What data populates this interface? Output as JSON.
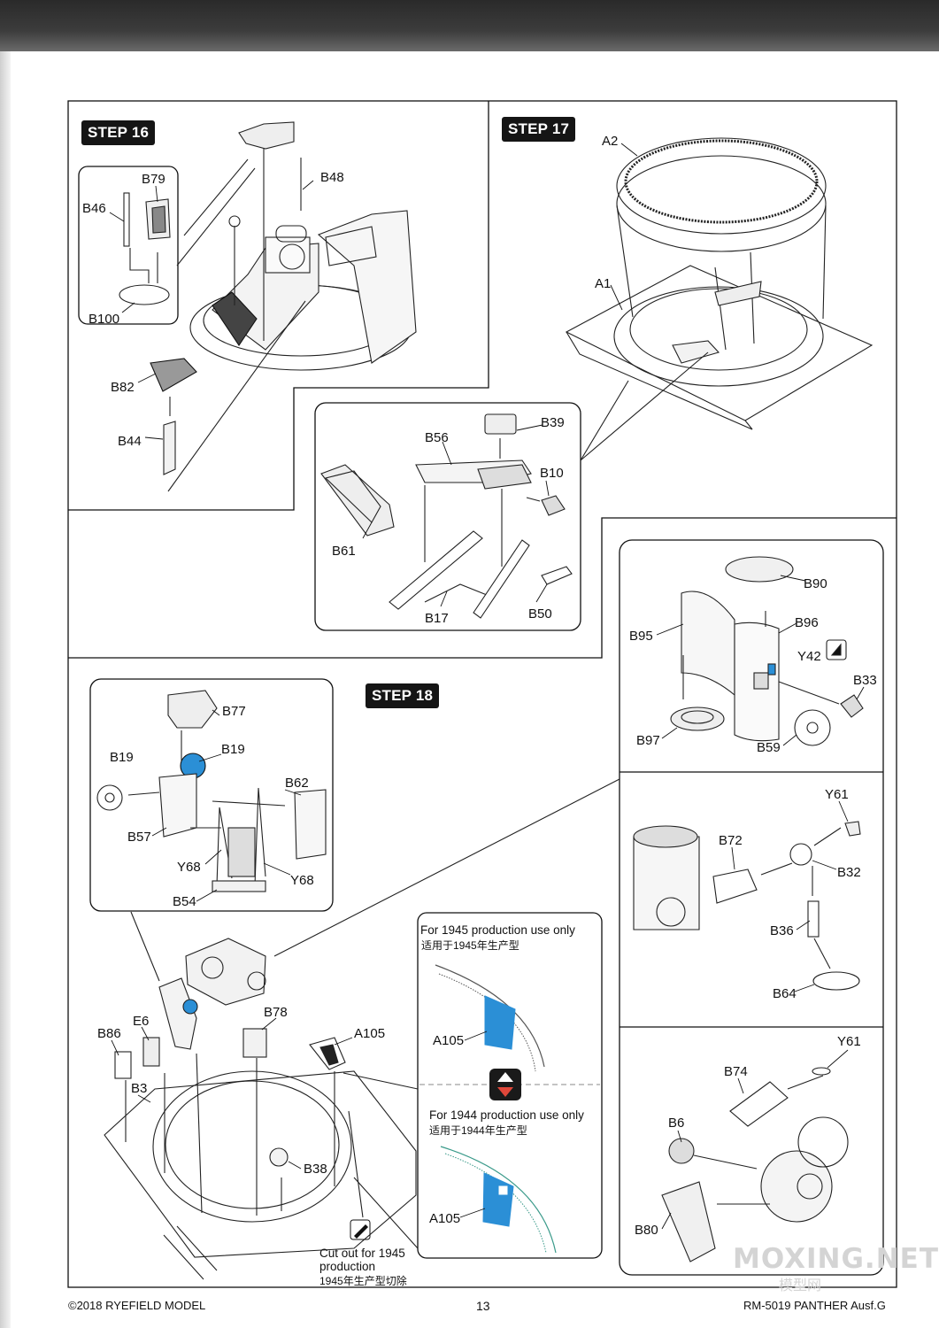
{
  "steps": {
    "s16": "STEP 16",
    "s17": "STEP 17",
    "s18": "STEP 18"
  },
  "labels": {
    "B46": "B46",
    "B79": "B79",
    "B48": "B48",
    "B100": "B100",
    "B82": "B82",
    "B44": "B44",
    "A2": "A2",
    "A1": "A1",
    "B39": "B39",
    "B56": "B56",
    "B10": "B10",
    "B61": "B61",
    "B17": "B17",
    "B50": "B50",
    "B90": "B90",
    "B96": "B96",
    "B95": "B95",
    "Y42": "Y42",
    "B33": "B33",
    "B97": "B97",
    "B59": "B59",
    "Y61a": "Y61",
    "B72": "B72",
    "B32": "B32",
    "B36": "B36",
    "B64": "B64",
    "Y61b": "Y61",
    "B74": "B74",
    "B6": "B6",
    "B80": "B80",
    "B77": "B77",
    "B19a": "B19",
    "B19b": "B19",
    "B62": "B62",
    "B57": "B57",
    "Y68a": "Y68",
    "Y68b": "Y68",
    "B54": "B54",
    "B86": "B86",
    "E6": "E6",
    "B3": "B3",
    "B78": "B78",
    "A105a": "A105",
    "B38": "B38",
    "A105b": "A105",
    "A105c": "A105"
  },
  "notes": {
    "y1945_en": "For 1945 production use only",
    "y1945_cn": "适用于1945年生产型",
    "y1944_en": "For 1944 production use only",
    "y1944_cn": "适用于1944年生产型",
    "cut_en1": "Cut out for 1945",
    "cut_en2": "production",
    "cut_cn": "1945年生产型切除"
  },
  "footer": {
    "copyright": "©2018 RYEFIELD MODEL",
    "page": "13",
    "model": "RM-5019 PANTHER Ausf.G"
  },
  "watermark": {
    "main": "MOXING.NET",
    "sub": "模型网"
  },
  "colors": {
    "accent_blue": "#2b8fd6",
    "swap_red": "#e0473a",
    "badge": "#151515"
  },
  "icons": [
    "swap-arrows-icon",
    "cement-icon",
    "pencil-cut-icon"
  ]
}
